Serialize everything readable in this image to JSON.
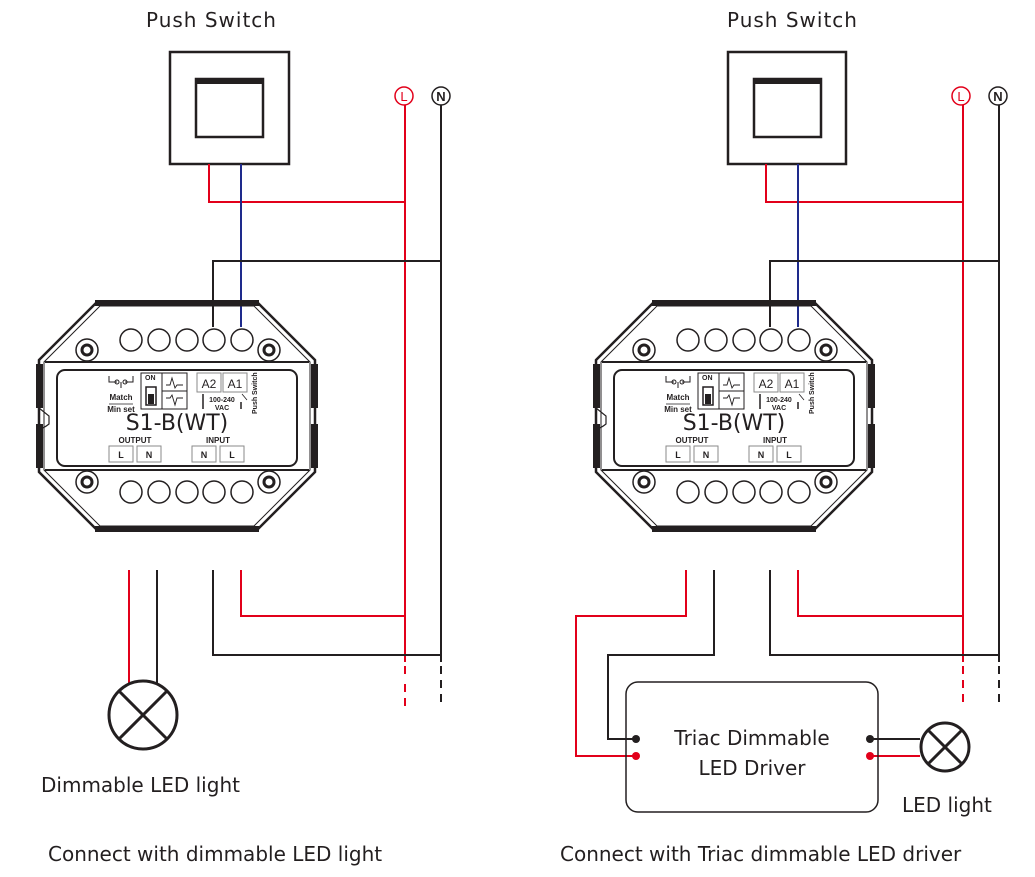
{
  "colors": {
    "line": "#e2001a",
    "neutral": "#231f20",
    "switch_wire": "#1e2a8c"
  },
  "left": {
    "push_switch_label": "Push Switch",
    "line_marker": "L",
    "neutral_marker": "N",
    "module": {
      "model": "S1-B(WT)",
      "match_label": "Match",
      "minset_label": "Min set",
      "dip_on": "ON",
      "a2": "A2",
      "a1": "A1",
      "voltage_line1": "100-240",
      "voltage_line2": "VAC",
      "push_switch_vert": "Push Switch",
      "output_label": "OUTPUT",
      "input_label": "INPUT",
      "out_l": "L",
      "out_n": "N",
      "in_n": "N",
      "in_l": "L"
    },
    "load_label": "Dimmable LED light",
    "caption": "Connect with dimmable LED light"
  },
  "right": {
    "push_switch_label": "Push Switch",
    "line_marker": "L",
    "neutral_marker": "N",
    "module": {
      "model": "S1-B(WT)",
      "match_label": "Match",
      "minset_label": "Min set",
      "dip_on": "ON",
      "a2": "A2",
      "a1": "A1",
      "voltage_line1": "100-240",
      "voltage_line2": "VAC",
      "push_switch_vert": "Push Switch",
      "output_label": "OUTPUT",
      "input_label": "INPUT",
      "out_l": "L",
      "out_n": "N",
      "in_n": "N",
      "in_l": "L"
    },
    "driver_line1": "Triac Dimmable",
    "driver_line2": "LED Driver",
    "load_label": "LED light",
    "caption": "Connect with Triac dimmable LED driver"
  }
}
